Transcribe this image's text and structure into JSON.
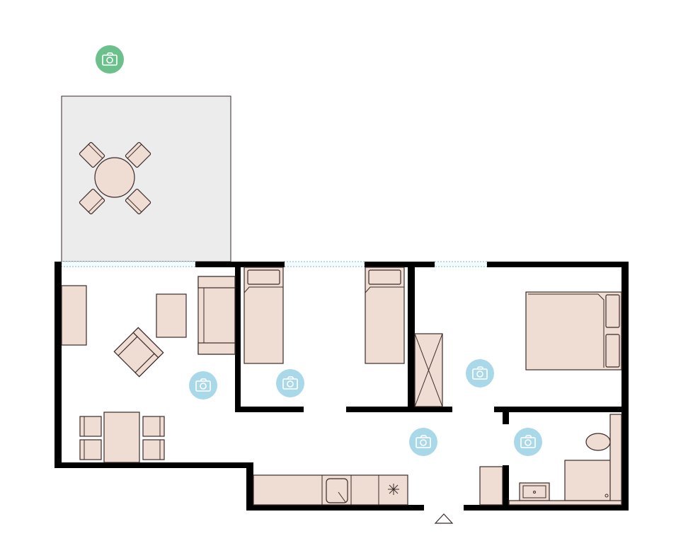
{
  "plan": {
    "colors": {
      "wall": "#000000",
      "furniture": "#efddd3",
      "furniture_stroke": "#3a2a2a",
      "terrace": "#ececec",
      "window": "#7fb7c9",
      "camera_primary": "#6cc08b",
      "camera_room": "#a9d8e8"
    },
    "cameras": [
      {
        "id": "terrace",
        "icon": "camera-icon",
        "kind": "primary"
      },
      {
        "id": "living-room",
        "icon": "camera-icon",
        "kind": "room"
      },
      {
        "id": "kids-bedroom",
        "icon": "camera-icon",
        "kind": "room"
      },
      {
        "id": "master-bedroom",
        "icon": "camera-icon",
        "kind": "room"
      },
      {
        "id": "hallway",
        "icon": "camera-icon",
        "kind": "room"
      },
      {
        "id": "bathroom",
        "icon": "camera-icon",
        "kind": "room"
      }
    ],
    "entrance_icon": "entrance-triangle-icon"
  }
}
